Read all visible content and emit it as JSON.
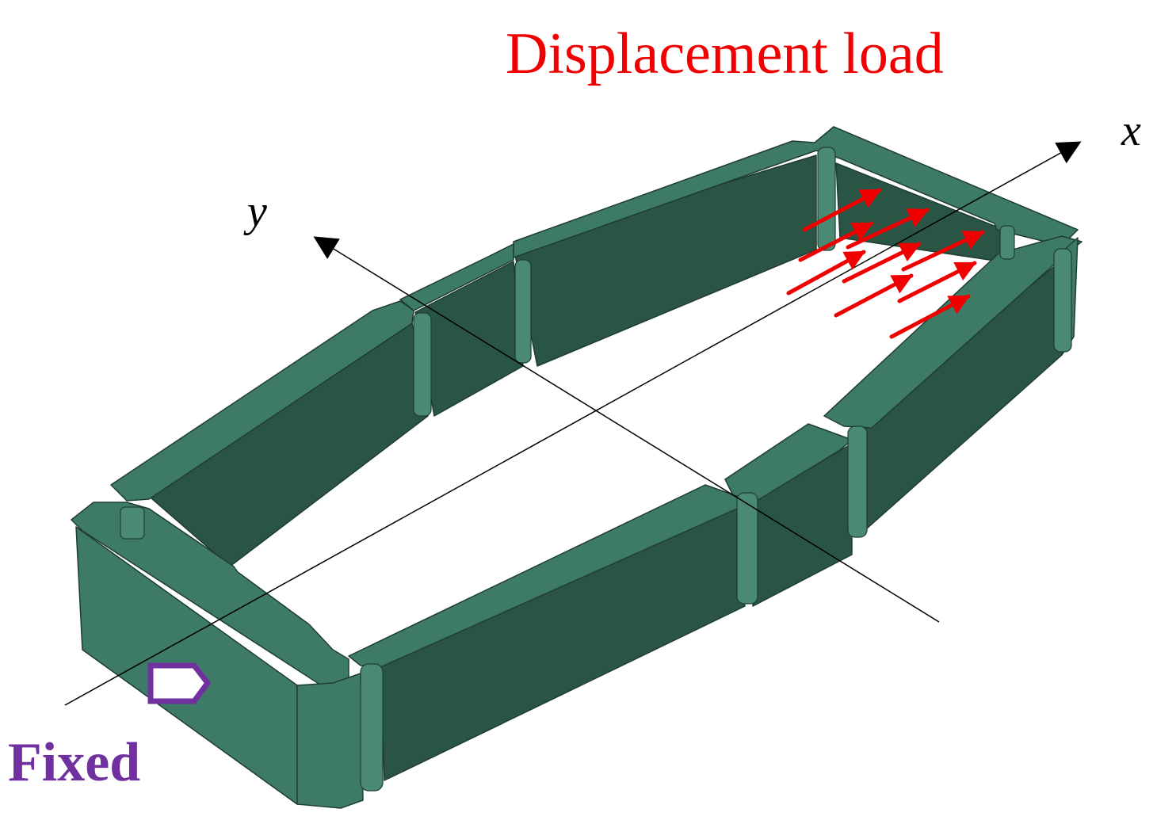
{
  "labels": {
    "load_title": "Displacement load",
    "axis_x": "x",
    "axis_y": "y",
    "fixed": "Fixed"
  },
  "colors": {
    "frame_top": "#3e7b66",
    "frame_side": "#2a5443",
    "frame_edge": "#1f3d31",
    "load_arrow": "#f00000",
    "load_text": "#f00000",
    "fixed_symbol": "#7030a0",
    "fixed_text": "#7030a0",
    "axis": "#000000"
  },
  "icons": {
    "fixed_support": "pentagon-boundary-condition-icon",
    "load_arrow": "red-arrow-icon"
  }
}
